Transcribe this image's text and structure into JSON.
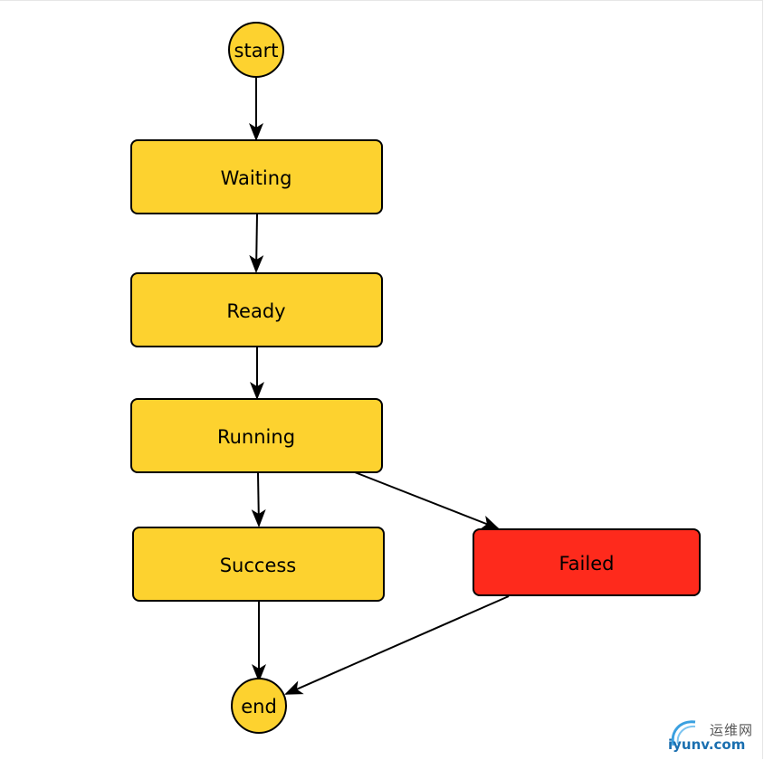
{
  "diagram": {
    "type": "state-machine-flowchart",
    "colors": {
      "state_fill": "#fdd22f",
      "failed_fill": "#fe2a1c",
      "stroke": "#000000",
      "edge": "#000000"
    },
    "nodes": [
      {
        "id": "start",
        "label": "start",
        "shape": "circle"
      },
      {
        "id": "waiting",
        "label": "Waiting",
        "shape": "rounded-rect"
      },
      {
        "id": "ready",
        "label": "Ready",
        "shape": "rounded-rect"
      },
      {
        "id": "running",
        "label": "Running",
        "shape": "rounded-rect"
      },
      {
        "id": "success",
        "label": "Success",
        "shape": "rounded-rect"
      },
      {
        "id": "failed",
        "label": "Failed",
        "shape": "rounded-rect"
      },
      {
        "id": "end",
        "label": "end",
        "shape": "circle"
      }
    ],
    "edges": [
      {
        "from": "start",
        "to": "waiting"
      },
      {
        "from": "waiting",
        "to": "ready"
      },
      {
        "from": "ready",
        "to": "running"
      },
      {
        "from": "running",
        "to": "success"
      },
      {
        "from": "running",
        "to": "failed"
      },
      {
        "from": "success",
        "to": "end"
      },
      {
        "from": "failed",
        "to": "end"
      }
    ]
  },
  "watermark": {
    "chinese": "运维网",
    "domain": "iyunv.com"
  }
}
